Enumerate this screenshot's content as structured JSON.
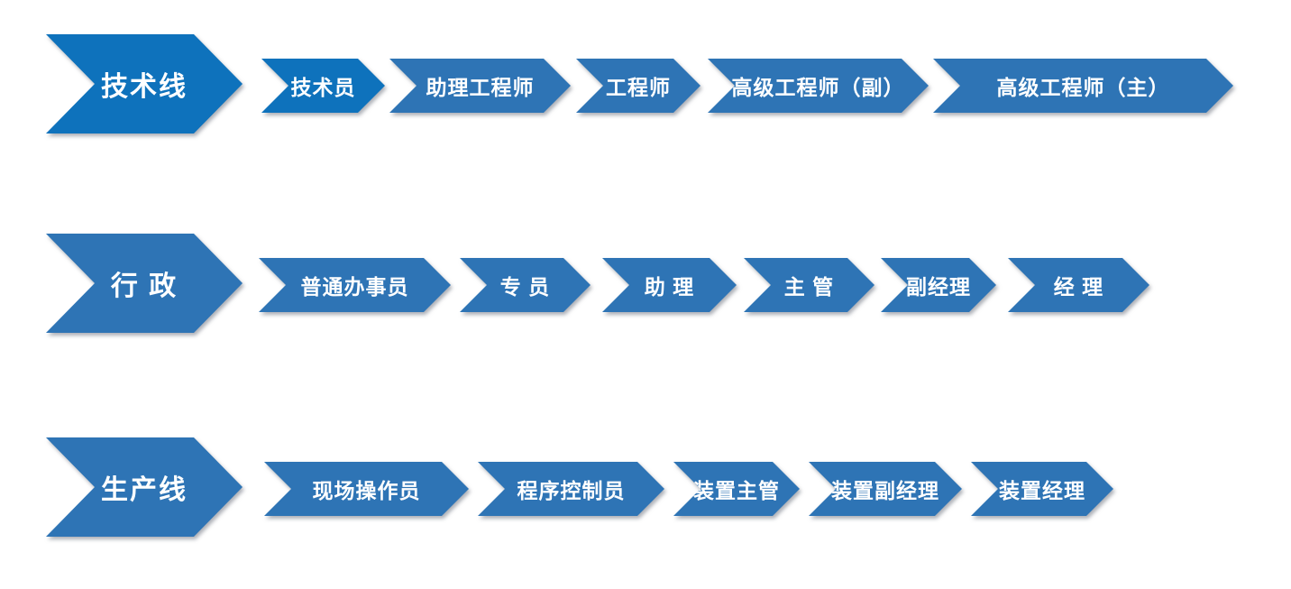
{
  "diagram": {
    "type": "chevron-process",
    "title": "",
    "background": "#ffffff",
    "colors": {
      "highlight_blue": "#0E72BC",
      "primary_blue": "#2E74B5",
      "text": "#FFFFFF"
    },
    "tracks": [
      {
        "id": "technical",
        "label": "技术线",
        "highlighted": true,
        "stages": [
          {
            "label": "技术员",
            "highlighted": true
          },
          {
            "label": "助理工程师",
            "highlighted": false
          },
          {
            "label": "工程师",
            "highlighted": false
          },
          {
            "label": "高级工程师（副）",
            "highlighted": false
          },
          {
            "label": "高级工程师（主）",
            "highlighted": false
          }
        ]
      },
      {
        "id": "administrative",
        "label": "行 政",
        "highlighted": false,
        "stages": [
          {
            "label": "普通办事员",
            "highlighted": false
          },
          {
            "label": "专 员",
            "highlighted": false
          },
          {
            "label": "助 理",
            "highlighted": false
          },
          {
            "label": "主 管",
            "highlighted": false
          },
          {
            "label": "副经理",
            "highlighted": false
          },
          {
            "label": "经 理",
            "highlighted": false
          }
        ]
      },
      {
        "id": "production",
        "label": "生产线",
        "highlighted": false,
        "stages": [
          {
            "label": "现场操作员",
            "highlighted": false
          },
          {
            "label": "程序控制员",
            "highlighted": false
          },
          {
            "label": "装置主管",
            "highlighted": false
          },
          {
            "label": "装置副经理",
            "highlighted": false
          },
          {
            "label": "装置经理",
            "highlighted": false
          }
        ]
      }
    ]
  }
}
